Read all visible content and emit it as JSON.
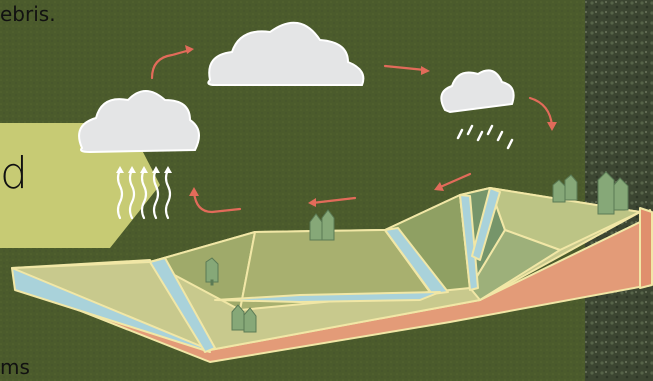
{
  "text": {
    "top_fragment": "ebris.",
    "label_fragment": "d",
    "bottom_fragment": "ms"
  },
  "colors": {
    "background": "#4a5a2c",
    "photo_strip": "#3f4a34",
    "yellow_banner": "#c7cb74",
    "cloud": "#e4e5e6",
    "arrow": "#e26b5a",
    "land_green": "#9faa6a",
    "land_light": "#c8c98d",
    "water": "#a9d2da",
    "soil": "#e39b78"
  },
  "icons": [
    "cloud-icon",
    "rain-icon",
    "evaporation-icon",
    "tree-icon",
    "arrow-icon"
  ]
}
